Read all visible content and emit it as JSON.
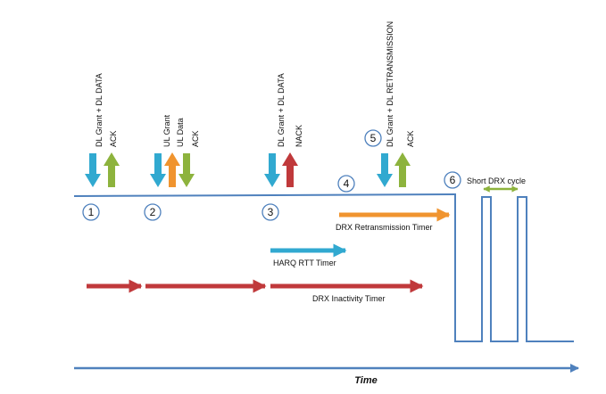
{
  "colors": {
    "blue": "#31a9d0",
    "green": "#8db33d",
    "orange": "#f0942f",
    "red": "#c0393b",
    "line": "#4f81bd"
  },
  "events": [
    {
      "number": "1",
      "labels": [
        "DL Grant + DL DATA",
        "ACK"
      ],
      "arrows": [
        "down-blue",
        "up-green"
      ]
    },
    {
      "number": "2",
      "labels": [
        "UL Grant",
        "UL Data",
        "ACK"
      ],
      "arrows": [
        "down-blue",
        "up-orange",
        "down-green"
      ]
    },
    {
      "number": "3",
      "labels": [
        "DL Grant + DL DATA",
        "NACK"
      ],
      "arrows": [
        "down-blue",
        "up-red"
      ]
    },
    {
      "number": "4",
      "labels": [],
      "arrows": []
    },
    {
      "number": "5",
      "labels": [
        "DL Grant + DL RETRANSMISSION",
        "ACK"
      ],
      "arrows": [
        "down-blue",
        "up-green"
      ]
    },
    {
      "number": "6",
      "labels": [],
      "arrows": []
    }
  ],
  "timers": {
    "retransmission": "DRX Retransmission Timer",
    "harq_rtt": "HARQ RTT Timer",
    "inactivity": "DRX Inactivity Timer",
    "short_cycle": "Short DRX cycle"
  },
  "axis": {
    "time_label": "Time"
  }
}
